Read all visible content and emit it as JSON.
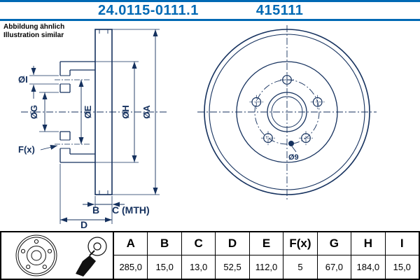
{
  "header": {
    "part_number": "24.0115-0111.1",
    "ref_number": "415111"
  },
  "note": {
    "line1": "Abbildung ähnlich",
    "line2": "Illustration similar"
  },
  "drawing": {
    "dim_i": "ØI",
    "dim_g": "ØG",
    "dim_e": "ØE",
    "dim_h": "ØH",
    "dim_a": "ØA",
    "dim_fx": "F(x)",
    "dim_b": "B",
    "dim_c": "C (MTH)",
    "dim_d": "D",
    "hole_label": "Ø9"
  },
  "icons": {
    "disc_front": "disc-front",
    "mounting_hand": "mounting-hand"
  },
  "table": {
    "columns": [
      {
        "header": "A",
        "value": "285,0"
      },
      {
        "header": "B",
        "value": "15,0"
      },
      {
        "header": "C",
        "value": "13,0"
      },
      {
        "header": "D",
        "value": "52,5"
      },
      {
        "header": "E",
        "value": "112,0"
      },
      {
        "header": "F(x)",
        "value": "5"
      },
      {
        "header": "G",
        "value": "67,0"
      },
      {
        "header": "H",
        "value": "184,0"
      },
      {
        "header": "I",
        "value": "15,0"
      }
    ]
  },
  "colors": {
    "accent_blue": "#0069b4",
    "line_color": "#15315e"
  }
}
